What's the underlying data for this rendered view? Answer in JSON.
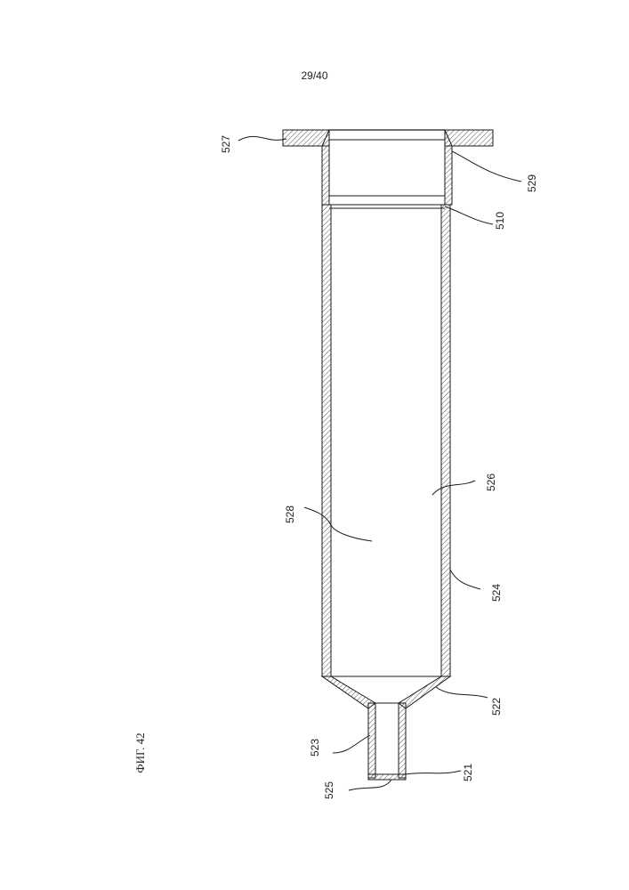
{
  "page": {
    "number": "29/40",
    "figure_caption": "ФИГ. 42"
  },
  "labels": {
    "flange": "527",
    "upper_inner_wall": "529",
    "step": "510",
    "inner_surface": "526",
    "chamber": "528",
    "outer_wall": "524",
    "shoulder": "522",
    "nozzle_wall": "523",
    "outlet": "521",
    "tip": "525"
  },
  "colors": {
    "line": "#1a1a1a",
    "hatch": "#555555"
  }
}
